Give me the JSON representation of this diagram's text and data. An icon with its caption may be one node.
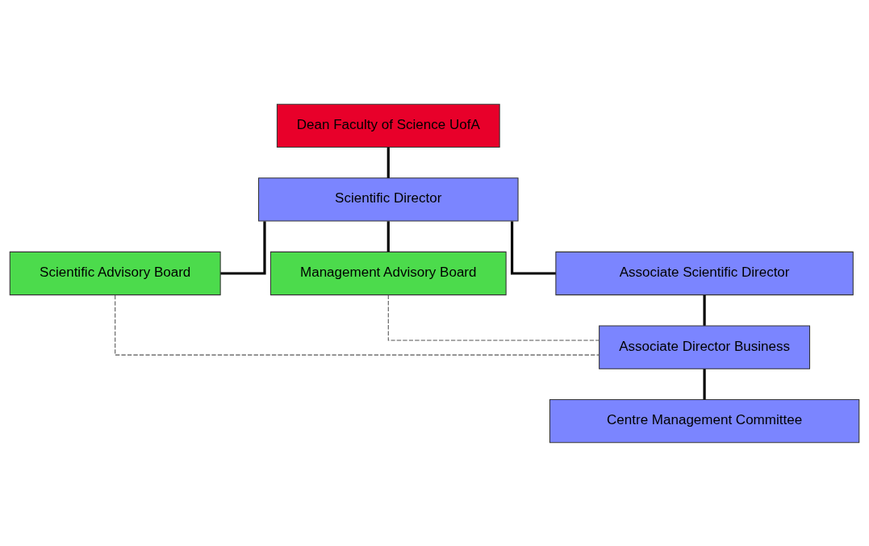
{
  "diagram": {
    "nodes": [
      {
        "text": [
          "Dean Faculty of Science UofA"
        ]
      },
      {
        "text": [
          "Scientific Director"
        ]
      },
      {
        "text": [
          "Scientific Advisory Board"
        ]
      },
      {
        "text": [
          "Management Advisory Board"
        ]
      },
      {
        "text": [
          "Associate Scientific Director"
        ]
      },
      {
        "text": [
          "Associate Director Business"
        ]
      },
      {
        "text": [
          "Centre Management Committee"
        ]
      }
    ],
    "edges": [
      {
        "from": 0,
        "to": 1,
        "arrow": "none"
      },
      {
        "from": 1,
        "to": 2,
        "arrow": "none"
      },
      {
        "from": 1,
        "to": 3,
        "arrow": "none"
      },
      {
        "from": 1,
        "to": 4,
        "arrow": "none"
      },
      {
        "from": 4,
        "to": 5,
        "arrow": "none"
      },
      {
        "from": 5,
        "to": 6,
        "arrow": "none"
      },
      {
        "from": 2,
        "to": 5,
        "arrow": "none",
        "style": "dashed",
        "color": "#555555"
      },
      {
        "from": 3,
        "to": 5,
        "arrow": "none",
        "style": "dashed",
        "color": "#555555"
      }
    ]
  }
}
